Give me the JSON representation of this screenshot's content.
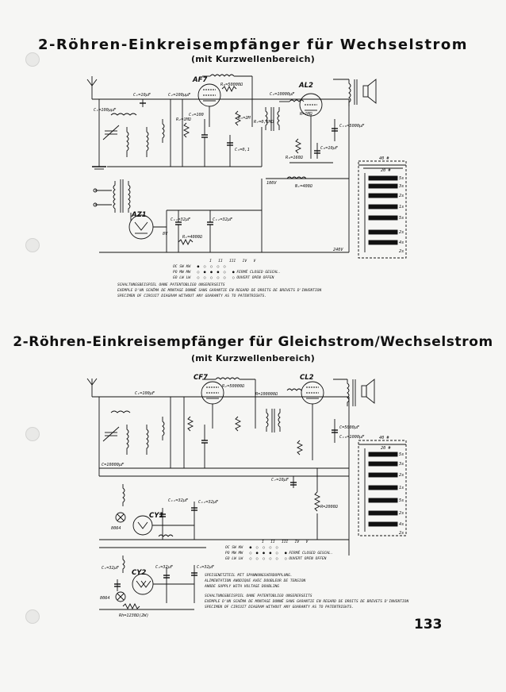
{
  "page": {
    "title_top": "2-Röhren-Einkreisempfänger für Wechselstrom",
    "subtitle_top": "(mit Kurzwellenbereich)",
    "title_bottom": "2-Röhren-Einkreisempfänger für Gleichstrom/Wechselstrom",
    "subtitle_bottom": "(mit Kurzwellenbereich)",
    "page_number": "133"
  },
  "top_diagram": {
    "tubes": [
      "AF7",
      "AL2",
      "AZ1"
    ],
    "labels": {
      "c_in": "C₁=10μF",
      "c_v": "C₂=100μμF",
      "c_ant": "C₁=100μμF",
      "r_g": "R₂=1MΩ",
      "c_g": "C₃=100",
      "r_sg": "R₃=2M",
      "c_sg": "C₃=0,1",
      "r_a": "R₆=50000Ω",
      "c_k": "C₄=10000μF",
      "r_k": "R₇=0,5MΩ",
      "c_o": "C₁₀=5000μF",
      "r_l": "R=1MΩ",
      "r_f": "R₉=160Ω",
      "c_e": "C₈=10μF",
      "c_f1": "C₁₁=32μF",
      "c_f2": "C₁₂=32μF",
      "r_n": "R₁=4000Ω",
      "n_f": "N₁=400Ω",
      "v1": "100V",
      "v2": "240V",
      "v3": "8V"
    },
    "coil_labels": [
      "40 #",
      "20 #",
      "5s",
      "3s",
      "2s",
      "1s",
      "5s",
      "2s",
      "4s",
      "2s"
    ],
    "switch_table": {
      "columns": [
        "I",
        "II",
        "III",
        "IV",
        "V"
      ],
      "rows": [
        {
          "label": "OC SW KW",
          "marks": [
            "●",
            "○",
            "○",
            "○",
            "○"
          ]
        },
        {
          "label": "PO MW MW",
          "marks": [
            "○",
            "●",
            "●",
            "●",
            "○"
          ]
        },
        {
          "label": "GO LW LW",
          "marks": [
            "○",
            "○",
            "○",
            "○",
            "○"
          ]
        }
      ],
      "legend_closed": "● FERMÉ CLOSED GESCHL.",
      "legend_open": "○ OUVERT OPEN OFFEN"
    },
    "notes": [
      "Schaltungsbeispiel ohne Patentobligo unsererseits",
      "Exemple d'un schéma de montage donné sans garantie en regard de droits de brevets d'invention",
      "Specimen of circuit diagram without any guaranty as to patentrights."
    ]
  },
  "bottom_diagram": {
    "tubes": [
      "CF7",
      "CL2",
      "CY1",
      "CY2"
    ],
    "labels": {
      "c_in": "C₁=100μF",
      "c_ant": "C=10000μF",
      "r_a": "R₂=50000Ω",
      "r_k": "R=100000Ω",
      "c_o": "C=5000μF",
      "c_e": "C₇=10μF",
      "r_f": "R=2000Ω",
      "c_f1": "C₁₁=32μF",
      "c_f2": "C₁₂=32μF",
      "c_f3": "C₁=32μF",
      "c_f4": "C₂=32μF",
      "c_f5": "C₃=32μF",
      "r_h": "Rh=1230Ω(2W)",
      "barretter1": "8064",
      "barretter2": "8064",
      "c_v": "C₁₀=1000μF"
    },
    "coil_labels": [
      "40 #",
      "20 #",
      "5s",
      "3s",
      "2s",
      "1s",
      "5s",
      "2s",
      "4s",
      "2s"
    ],
    "switch_table": {
      "columns": [
        "I",
        "II",
        "III",
        "IV",
        "V"
      ],
      "rows": [
        {
          "label": "OC SW KW",
          "marks": [
            "●",
            "○",
            "○",
            "○",
            "○"
          ]
        },
        {
          "label": "PO MW MW",
          "marks": [
            "○",
            "●",
            "●",
            "●",
            "○"
          ]
        },
        {
          "label": "GO LW LW",
          "marks": [
            "○",
            "○",
            "○",
            "○",
            "○"
          ]
        }
      ],
      "legend_closed": "● FERMÉ CLOSED GESCHL.",
      "legend_open": "○ OUVERT OPEN OFFEN"
    },
    "supply_notes": [
      "Speisenetzteil mit Spannungsverdopplung.",
      "Alimentation anodique avec doubleur de tension",
      "Anode supply with voltage doubling"
    ],
    "notes": [
      "Schaltungsbeispiel ohne Patentobligo unsererseits",
      "Exemple d'un schéma de montage donné sans garantie en regard de droits de brevets d'invention",
      "Specimen of circuit diagram without any guaranty as to patentrights."
    ]
  }
}
